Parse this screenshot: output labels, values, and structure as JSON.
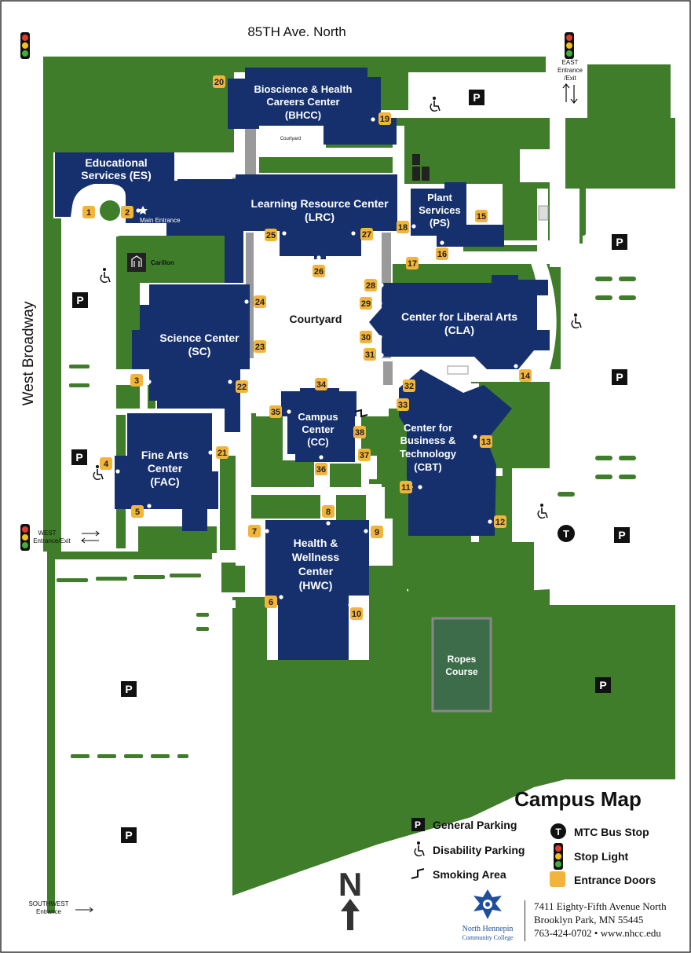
{
  "colors": {
    "grass": "#3f7d2b",
    "building": "#15306d",
    "door": "#f2b43a",
    "path": "#ffffff",
    "walkway": "#9a9a9a",
    "ropes": "#3d6c4a"
  },
  "roads": {
    "north": "85TH Ave. North",
    "west": "West Broadway"
  },
  "entrances": {
    "east_line1": "EAST",
    "east_line2": "Entrance",
    "east_line3": "/Exit",
    "west_line1": "WEST",
    "west_line2": "Entrance/Exit",
    "southwest_line1": "SOUTHWEST",
    "southwest_line2": "Entrance",
    "main": "Main Entrance"
  },
  "buildings": {
    "bhcc": [
      "Bioscience & Health",
      "Careers Center",
      "(BHCC)"
    ],
    "es": [
      "Educational",
      "Services (ES)"
    ],
    "lrc": [
      "Learning Resource Center",
      "(LRC)"
    ],
    "ps": [
      "Plant",
      "Services",
      "(PS)"
    ],
    "sc": [
      "Science Center",
      "(SC)"
    ],
    "cla": [
      "Center for Liberal Arts",
      "(CLA)"
    ],
    "cc": [
      "Campus",
      "Center",
      "(CC)"
    ],
    "cbt": [
      "Center for",
      "Business &",
      "Technology",
      "(CBT)"
    ],
    "fac": [
      "Fine Arts",
      "Center",
      "(FAC)"
    ],
    "hwc": [
      "Health &",
      "Wellness",
      "Center",
      "(HWC)"
    ]
  },
  "labels": {
    "courtyard": "Courtyard",
    "courtyard_small": "Courtyard",
    "carillon": "Carillon",
    "ropes": [
      "Ropes",
      "Course"
    ],
    "parking_letter": "P",
    "bus_letter": "T"
  },
  "doors": [
    {
      "n": "1"
    },
    {
      "n": "2"
    },
    {
      "n": "3"
    },
    {
      "n": "4"
    },
    {
      "n": "5"
    },
    {
      "n": "6"
    },
    {
      "n": "7"
    },
    {
      "n": "8"
    },
    {
      "n": "9"
    },
    {
      "n": "10"
    },
    {
      "n": "11"
    },
    {
      "n": "12"
    },
    {
      "n": "13"
    },
    {
      "n": "14"
    },
    {
      "n": "15"
    },
    {
      "n": "16"
    },
    {
      "n": "17"
    },
    {
      "n": "18"
    },
    {
      "n": "19"
    },
    {
      "n": "20"
    },
    {
      "n": "21"
    },
    {
      "n": "22"
    },
    {
      "n": "23"
    },
    {
      "n": "24"
    },
    {
      "n": "25"
    },
    {
      "n": "26"
    },
    {
      "n": "27"
    },
    {
      "n": "28"
    },
    {
      "n": "29"
    },
    {
      "n": "30"
    },
    {
      "n": "31"
    },
    {
      "n": "32"
    },
    {
      "n": "33"
    },
    {
      "n": "34"
    },
    {
      "n": "35"
    },
    {
      "n": "36"
    },
    {
      "n": "37"
    },
    {
      "n": "38"
    }
  ],
  "legend": {
    "title": "Campus Map",
    "general_parking": "General Parking",
    "disability_parking": "Disability Parking",
    "smoking_area": "Smoking Area",
    "bus_stop": "MTC Bus Stop",
    "stop_light": "Stop Light",
    "entrance_doors": "Entrance Doors",
    "north": "N"
  },
  "college": {
    "name_line1": "North Hennepin",
    "name_line2": "Community College",
    "address1": "7411 Eighty-Fifth Avenue North",
    "address2": "Brooklyn Park, MN 55445",
    "contact": "763-424-0702 • www.nhcc.edu"
  },
  "icons": {
    "parking": "parking-sign-icon",
    "disability": "wheelchair-icon",
    "smoking": "cigarette-icon",
    "bus": "bus-stop-icon",
    "stoplight": "stop-light-icon",
    "carillon": "carillon-icon",
    "star": "star-icon",
    "north_arrow": "north-arrow-icon",
    "logo": "college-logo-icon"
  }
}
